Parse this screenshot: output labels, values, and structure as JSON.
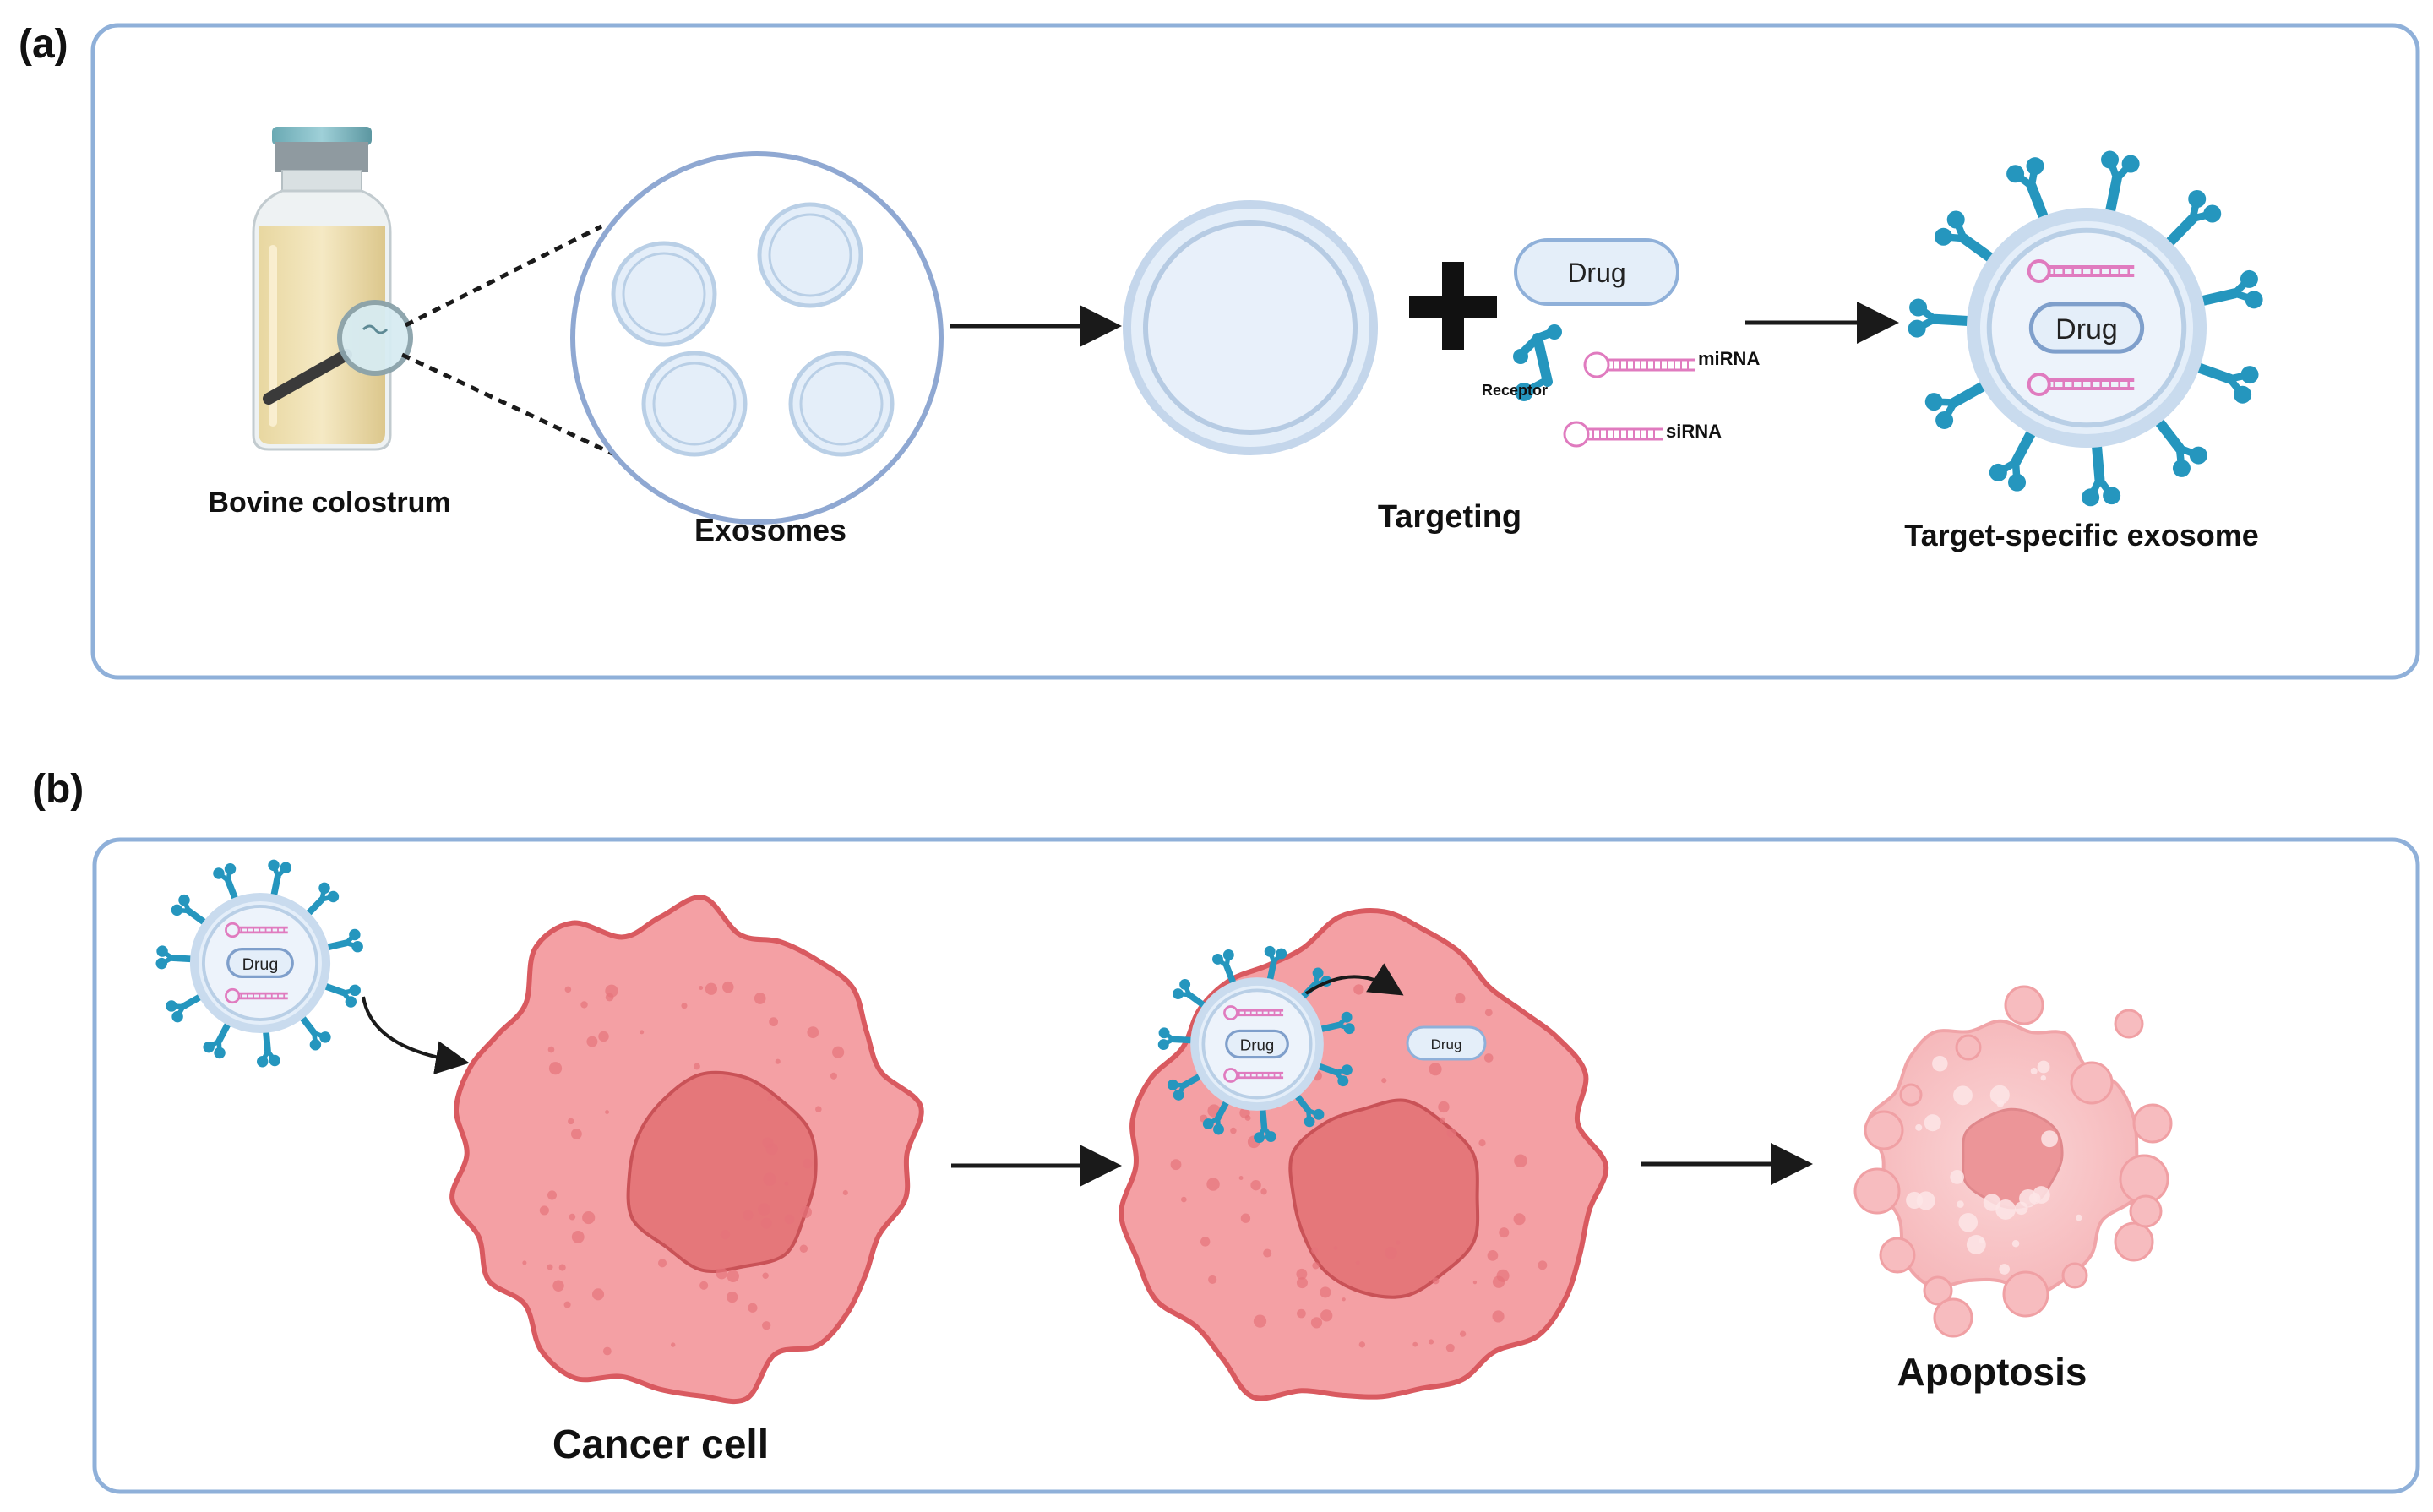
{
  "panel_a": {
    "tag": "(a)",
    "vial_label": "Bovine colostrum",
    "exosomes_label": "Exosomes",
    "targeting_label": "Targeting",
    "drug_label": "Drug",
    "receptor_label": "Receptor",
    "mirna_label": "miRNA",
    "sirna_label": "siRNA",
    "result_label": "Target-specific exosome",
    "result_drug_label": "Drug"
  },
  "panel_b": {
    "tag": "(b)",
    "exosome_drug_label": "Drug",
    "cancer_cell_label": "Cancer cell",
    "entering_exosome_drug_label": "Drug",
    "released_drug_label": "Drug",
    "apoptosis_label": "Apoptosis"
  },
  "colors": {
    "panel_border": "#8fb0d9",
    "exosome_fill": "#e4eef9",
    "exosome_ring": "#b9cfe6",
    "receptor": "#2596be",
    "rna": "#e07bbf",
    "cell_fill": "#f4a0a4",
    "cell_edge": "#d95a60",
    "nucleus": "#e5777a",
    "apoptotic_fill": "#f9c6c8"
  }
}
